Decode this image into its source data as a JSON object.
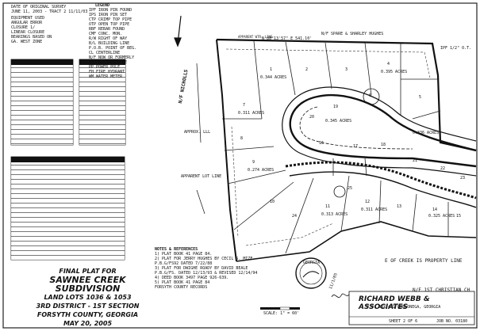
{
  "notes_block": {
    "title_1": "DATE OF ORIGINAL SURVEY",
    "title_2": "JUNE 11, 2003 - TRACT 2 11/11/03",
    "lines": [
      "EQUIPMENT USED",
      "ANGULAR ERROR",
      "CLOSURE 1/",
      "LINEAR CLOSURE",
      "BEARINGS BASED ON",
      "GA. WEST ZONE"
    ]
  },
  "legend": {
    "title": "LEGEND",
    "items": [
      "IPF IRON PIN FOUND",
      "IPS IRON PIN SET",
      "CTP CRIMP TOP PIPE",
      "OTP OPEN TOP PIPE",
      "RBF REBAR FOUND",
      "CMF CONC. MON.",
      "R/W RIGHT OF WAY",
      "B/L BUILDING LINE",
      "P.O.B. POINT OF BEG.",
      "CL CENTERLINE",
      "N/F NOW OR FORMERLY",
      "S/L SETBACK LINE",
      "PP POWER POLE",
      "FH FIRE HYDRANT",
      "WM WATER METER"
    ]
  },
  "plan_labels": {
    "owner_top": "N/F SPARE & SHARLEY HUGHES",
    "owner_left": "N/F NICHOLLS",
    "bearing_top": "N 88°13'57\" E 541.10'",
    "approx_line": "APPROX. LLL",
    "apparent_line": "APPARENT LOT LINE",
    "creek": "E OF CREEK IS PROPERTY LINE",
    "christian": "N/F 1ST CHRISTIAN CH",
    "water_line": "APPARENT WTR. LINE",
    "pin_label": "IPF 1/2\" O.T.",
    "acres": [
      "0.344 ACRES",
      "0.395 ACRES",
      "0.345 ACRES",
      "0.311 ACRES",
      "0.336 ACRES",
      "0.274 ACRES",
      "0.313 ACRES",
      "0.311 ACRES",
      "0.325 ACRES"
    ]
  },
  "references": {
    "title": "NOTES & REFERENCES",
    "items": [
      "1) PLAT BOOK 41 PAGE 84.",
      "2) PLAT FOR JERRY HUGHES BY CECIL S. MIZE",
      "   P.B.G/FS92 DATED 7/22/88",
      "3) PLAT FOR DWIGHE ROADY BY DAVID BEALE",
      "   P.B.G/FS. DATED 12/13/93 & REVISED 12/14/94",
      "4) DEED BOOK 3497 PAGE 926-639.",
      "5) PLAT BOOK 41 PAGE 84",
      "   FORSYTH COUNTY RECORDS"
    ]
  },
  "title_block": {
    "line1": "FINAL PLAT FOR",
    "line2": "SAWNEE CREEK",
    "line3": "SUBDIVISION",
    "line4": "LAND LOTS 1036 & 1053",
    "line5": "3RD DISTRICT - 1ST SECTION",
    "line6": "FORSYTH COUNTY, GEORGIA",
    "line7": "MAY 20, 2005"
  },
  "firm": {
    "name": "RICHARD WEBB & ASSOCIATES",
    "sheet": "SHEET 2 OF 6",
    "job": "JOB NO. 03180",
    "scale": "SCALE: 1\" = 60'",
    "address": "P.O. BOX 441  DAHLONEGA, GEORGIA"
  },
  "seal": {
    "text": "GEORGIA"
  },
  "signature_date": "11/1/05",
  "lot_numbers": [
    "1",
    "2",
    "3",
    "4",
    "5",
    "6",
    "7",
    "8",
    "9",
    "10",
    "11",
    "12",
    "13",
    "14",
    "15",
    "16",
    "17",
    "18",
    "19",
    "20",
    "21",
    "22",
    "23",
    "24",
    "25"
  ]
}
